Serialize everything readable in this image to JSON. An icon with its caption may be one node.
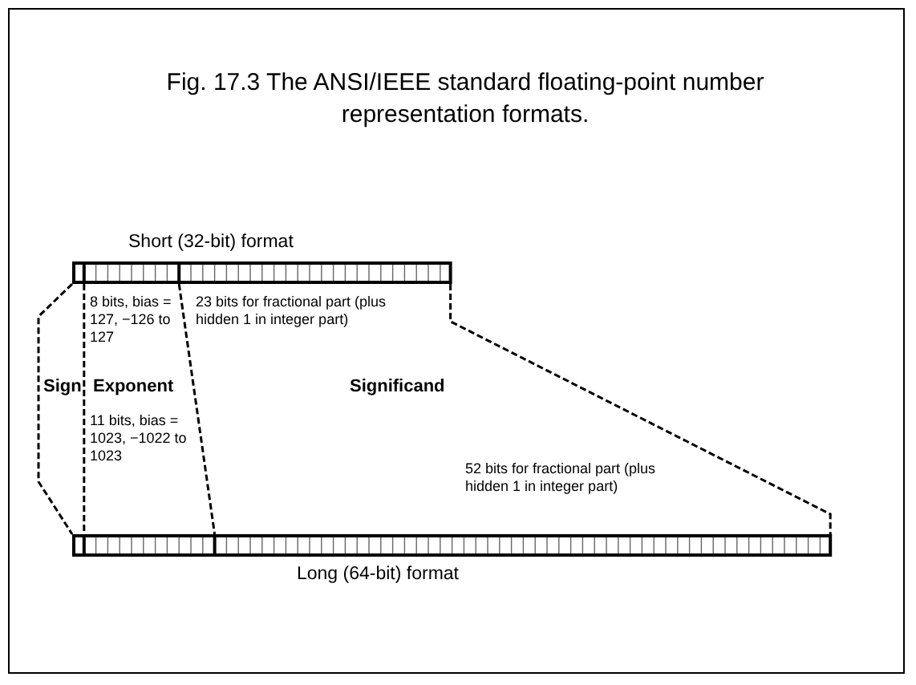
{
  "diagram": {
    "title": "Fig. 17.3 The ANSI/IEEE standard floating-point number representation formats.",
    "nodes": [
      {
        "text": [
          "Short (32-bit) format"
        ]
      },
      {
        "text": [
          "Long (64-bit) format"
        ]
      }
    ],
    "edges": [
      {
        "from": 0,
        "to": 1,
        "arrow": "none",
        "style": "dashed"
      },
      {
        "from": 0,
        "to": 1,
        "arrow": "none",
        "style": "dashed"
      },
      {
        "from": 0,
        "to": 1,
        "arrow": "none",
        "style": "dashed"
      },
      {
        "from": 0,
        "to": 1,
        "arrow": "none",
        "style": "dashed"
      }
    ],
    "labels": [
      "8 bits, bias = 127, −126 to 127",
      "23 bits for fractional part (plus hidden 1 in integer part)",
      "Sign",
      "Exponent",
      "Significand",
      "11 bits, bias = 1023, −1022 to 1023",
      "52 bits for fractional part (plus hidden 1 in integer part)"
    ]
  }
}
